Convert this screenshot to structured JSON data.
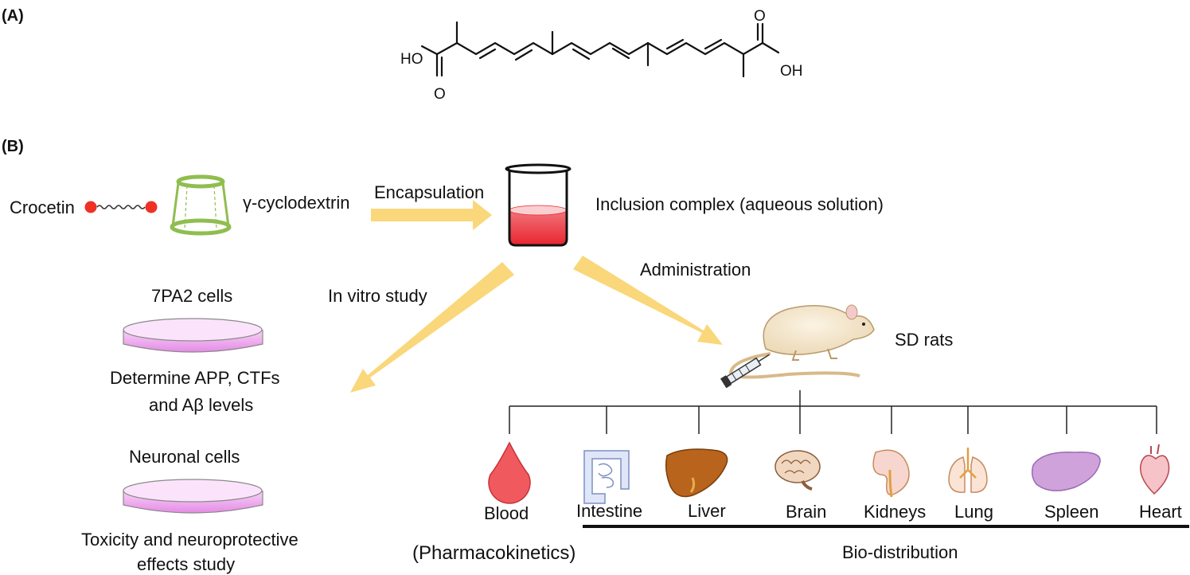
{
  "panels": {
    "a": "(A)",
    "b": "(B)"
  },
  "molecule": {
    "left_group": "HO",
    "right_group": "OH",
    "oxygen_top": "O",
    "oxygen_bottom": "O"
  },
  "inputs": {
    "crocetin": "Crocetin",
    "cyclodextrin": "γ-cyclodextrin"
  },
  "steps": {
    "encapsulation": "Encapsulation",
    "inclusion_complex": "Inclusion complex (aqueous solution)",
    "in_vitro": "In vitro study",
    "administration": "Administration"
  },
  "cells": {
    "c7pa2": {
      "title": "7PA2 cells",
      "desc_line1": "Determine APP, CTFs",
      "desc_line2": "and Aβ levels"
    },
    "neuronal": {
      "title": "Neuronal  cells",
      "desc_line1": "Toxicity and neuroprotective",
      "desc_line2": "effects study"
    }
  },
  "animal": {
    "label": "SD rats"
  },
  "organs": [
    "Blood",
    "Intestine",
    "Liver",
    "Brain",
    "Kidneys",
    "Lung",
    "Spleen",
    "Heart"
  ],
  "groups": {
    "pk": "(Pharmacokinetics)",
    "bio": "Bio-distribution"
  },
  "colors": {
    "arrow": "#f9d77a",
    "red": "#ee3124",
    "pink": "#e9a6ec",
    "green": "#8fbe4f"
  }
}
